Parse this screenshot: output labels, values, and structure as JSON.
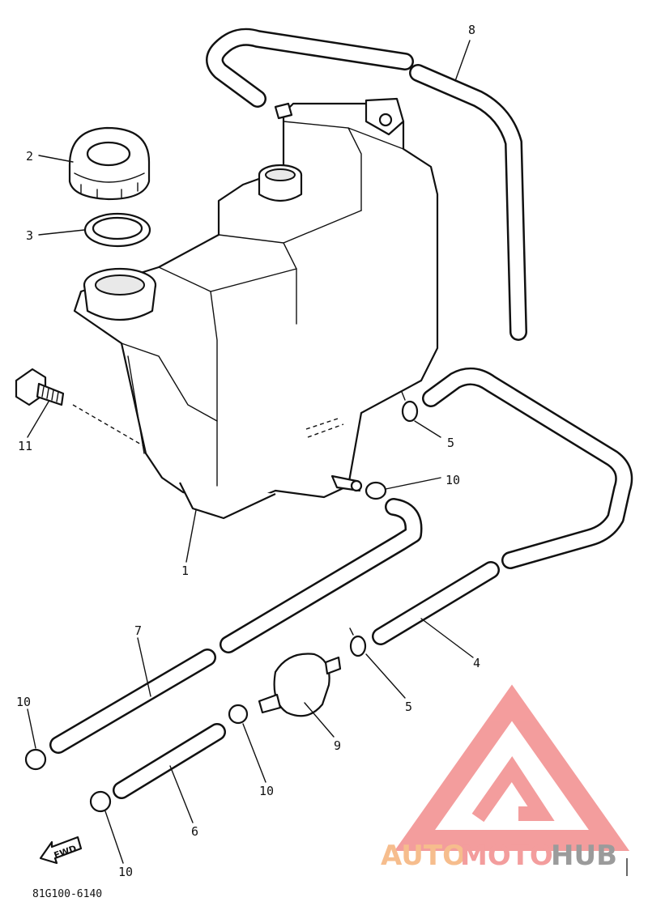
{
  "diagram": {
    "drawing_code": "81G100-6140",
    "fwd_label": "FWD",
    "callouts": {
      "c1": "1",
      "c2": "2",
      "c3": "3",
      "c4": "4",
      "c5a": "5",
      "c5b": "5",
      "c6": "6",
      "c7": "7",
      "c8": "8",
      "c9": "9",
      "c10a": "10",
      "c10b": "10",
      "c10c": "10",
      "c10d": "10",
      "c11": "11"
    }
  },
  "watermark": {
    "part1": "AUTO",
    "part2": "MOTO",
    "part3": "HUB",
    "colors": {
      "triangle": "#f28c8c",
      "auto": "#f5b27a",
      "moto": "#f28c8c",
      "hub": "#8a8a8a"
    }
  }
}
